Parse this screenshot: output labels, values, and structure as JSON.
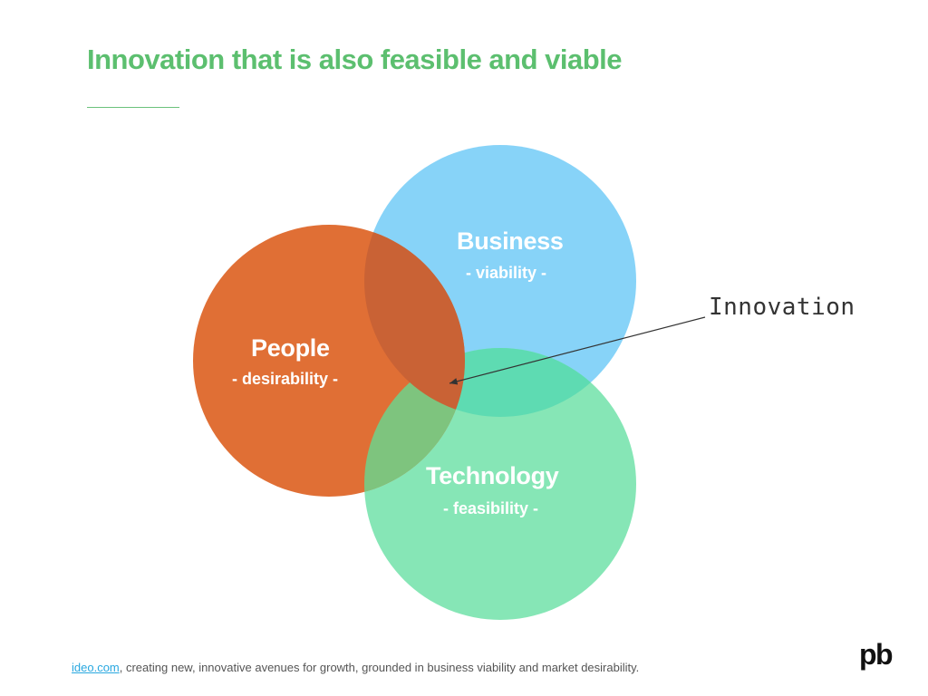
{
  "title": "Innovation that is also feasible and viable",
  "circles": {
    "business": {
      "title": "Business",
      "subtitle": "- viability -"
    },
    "people": {
      "title": "People",
      "subtitle": "- desirability -"
    },
    "technology": {
      "title": "Technology",
      "subtitle": "- feasibility -"
    }
  },
  "annotation": {
    "text": "Innovation"
  },
  "footer": {
    "link_text": "ideo.com",
    "text": ", creating new, innovative avenues for growth, grounded in business viability and market desirability."
  },
  "logo": {
    "text": "pb"
  },
  "colors": {
    "title": "#5cbf6f",
    "title_rule": "#6cc27c",
    "business": "#87d3f8",
    "people": "#e06f35",
    "technology": "#86e6b6",
    "people_business_overlap": "#c96235",
    "business_technology_overlap": "#5edbb2",
    "people_technology_overlap": "#7ec47e",
    "link": "#29a8e0"
  }
}
